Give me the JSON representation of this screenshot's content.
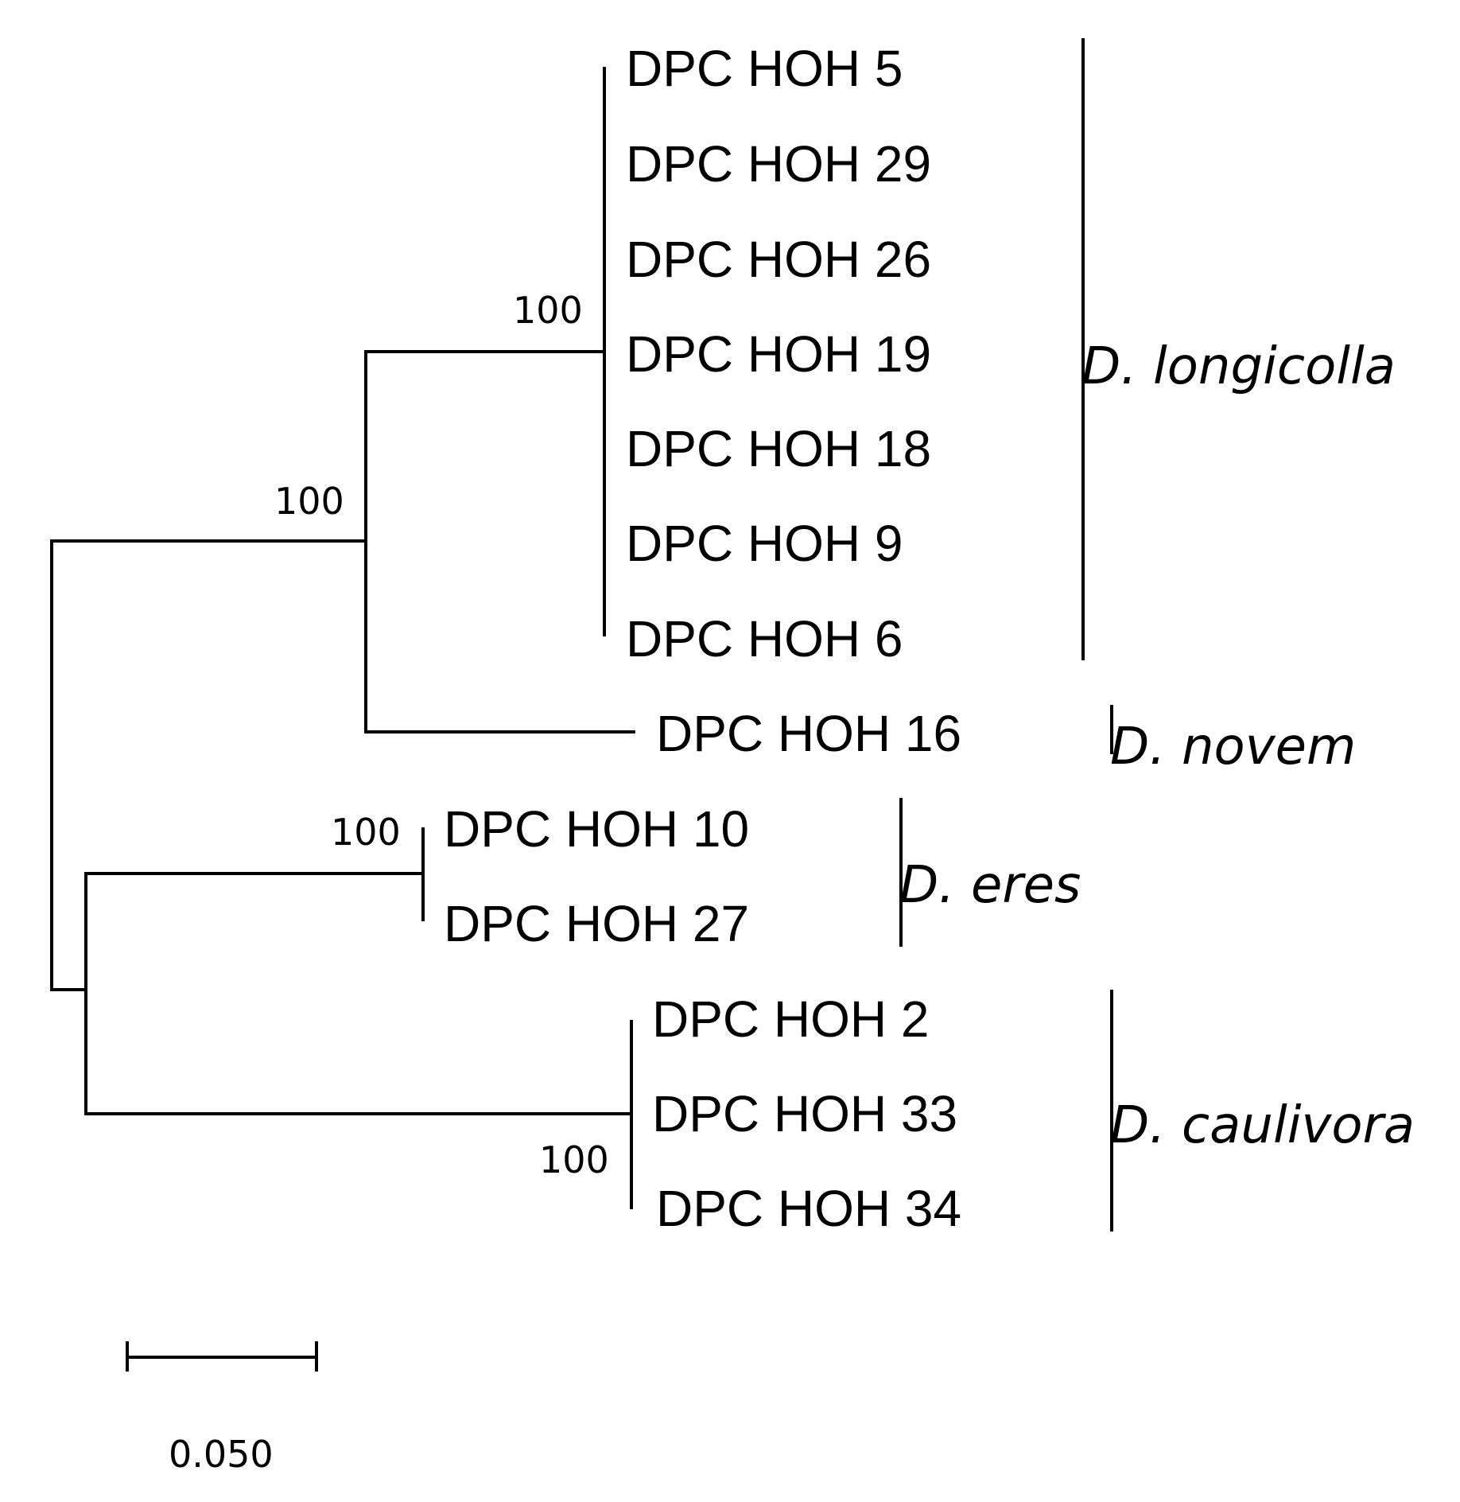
{
  "tree": {
    "leaves": [
      "DPC HOH 5",
      "DPC HOH 29",
      "DPC HOH 26",
      "DPC HOH 19",
      "DPC HOH 18",
      "DPC HOH 9",
      "DPC HOH 6",
      "DPC HOH 16",
      "DPC HOH 10",
      "DPC HOH 27",
      "DPC HOH 2",
      "DPC HOH 33",
      "DPC HOH 34"
    ],
    "bootstrap": {
      "longicolla_node": "100",
      "longicolla_novem_node": "100",
      "eres_node": "100",
      "caulivora_node": "100"
    },
    "clades": {
      "longicolla": "D. longicolla",
      "novem": "D. novem",
      "eres": "D. eres",
      "caulivora": "D. caulivora"
    },
    "scale_bar": {
      "label": "0.050",
      "value": 0.05
    }
  },
  "colors": {
    "line": "#000000",
    "text": "#000000",
    "background": "#ffffff"
  }
}
